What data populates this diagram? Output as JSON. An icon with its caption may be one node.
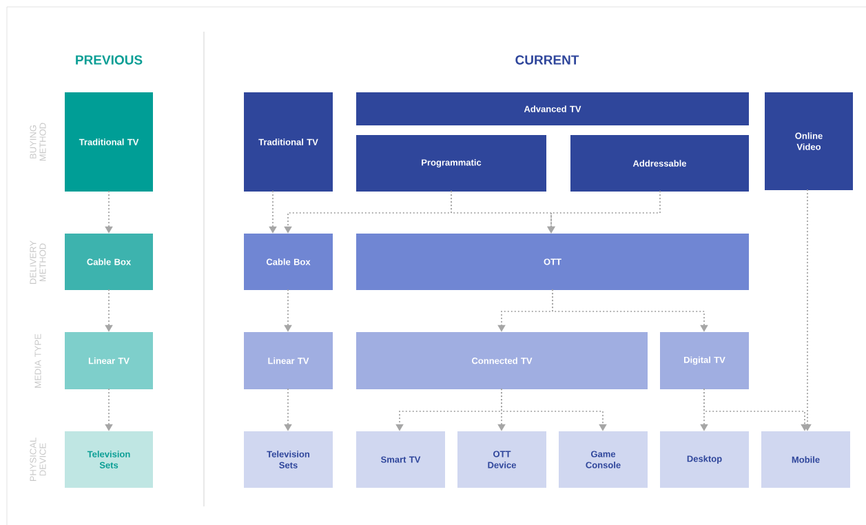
{
  "diagram": {
    "nodes": [
      {
        "text": [
          "Traditional TV"
        ]
      },
      {
        "text": [
          "Cable Box"
        ]
      },
      {
        "text": [
          "Linear TV"
        ]
      },
      {
        "text": [
          "Television Sets"
        ]
      },
      {
        "text": [
          "Traditional TV"
        ]
      },
      {
        "text": [
          "Advanced TV"
        ]
      },
      {
        "text": [
          "Programmatic"
        ]
      },
      {
        "text": [
          "Addressable"
        ]
      },
      {
        "text": [
          "Online Video"
        ]
      },
      {
        "text": [
          "Cable Box"
        ]
      },
      {
        "text": [
          "OTT"
        ]
      },
      {
        "text": [
          "Linear TV"
        ]
      },
      {
        "text": [
          "Connected TV"
        ]
      },
      {
        "text": [
          "Digital TV"
        ]
      },
      {
        "text": [
          "Television Sets"
        ]
      },
      {
        "text": [
          "Smart TV"
        ]
      },
      {
        "text": [
          "OTT Device"
        ]
      },
      {
        "text": [
          "Game Console"
        ]
      },
      {
        "text": [
          "Desktop"
        ]
      },
      {
        "text": [
          "Mobile"
        ]
      }
    ],
    "edges": [
      {
        "from": 0,
        "to": 1,
        "arrow": "to",
        "style": "dashed"
      },
      {
        "from": 1,
        "to": 2,
        "arrow": "to",
        "style": "dashed"
      },
      {
        "from": 2,
        "to": 3,
        "arrow": "to",
        "style": "dashed"
      },
      {
        "from": 4,
        "to": 9,
        "arrow": "to",
        "style": "dashed"
      },
      {
        "from": 6,
        "to": 9,
        "arrow": "to",
        "style": "dashed"
      },
      {
        "from": 6,
        "to": 10,
        "arrow": "to",
        "style": "dashed"
      },
      {
        "from": 7,
        "to": 10,
        "arrow": "to",
        "style": "dashed"
      },
      {
        "from": 9,
        "to": 11,
        "arrow": "to",
        "style": "dashed"
      },
      {
        "from": 10,
        "to": 12,
        "arrow": "to",
        "style": "dashed"
      },
      {
        "from": 10,
        "to": 13,
        "arrow": "to",
        "style": "dashed"
      },
      {
        "from": 11,
        "to": 14,
        "arrow": "to",
        "style": "dashed"
      },
      {
        "from": 12,
        "to": 15,
        "arrow": "to",
        "style": "dashed"
      },
      {
        "from": 12,
        "to": 16,
        "arrow": "to",
        "style": "dashed"
      },
      {
        "from": 12,
        "to": 17,
        "arrow": "to",
        "style": "dashed"
      },
      {
        "from": 13,
        "to": 18,
        "arrow": "to",
        "style": "dashed"
      },
      {
        "from": 13,
        "to": 19,
        "arrow": "to",
        "style": "dashed"
      },
      {
        "from": 8,
        "to": 19,
        "arrow": "to",
        "style": "dashed"
      }
    ],
    "labels": [
      "PREVIOUS",
      "CURRENT",
      "BUYING METHOD",
      "DELIVERY METHOD",
      "MEDIA TYPE",
      "PHYSICAL DEVICE"
    ]
  }
}
